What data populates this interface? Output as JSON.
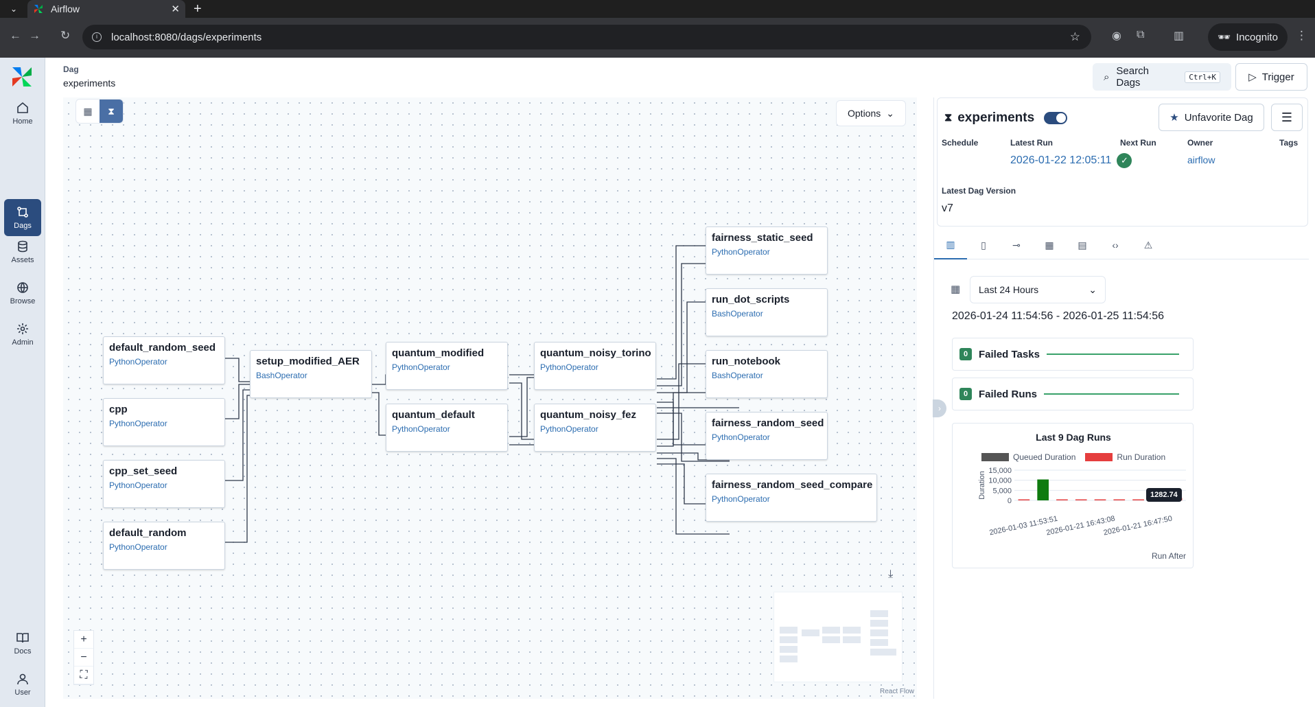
{
  "browser": {
    "tab_title": "Airflow",
    "url": "localhost:8080/dags/experiments",
    "incognito_label": "Incognito"
  },
  "sidebar": {
    "items": [
      {
        "label": "Home",
        "icon": "home-icon"
      },
      {
        "label": "Dags",
        "icon": "dags-icon"
      },
      {
        "label": "Assets",
        "icon": "database-icon"
      },
      {
        "label": "Browse",
        "icon": "globe-icon"
      },
      {
        "label": "Admin",
        "icon": "gear-icon"
      },
      {
        "label": "Docs",
        "icon": "book-icon"
      },
      {
        "label": "User",
        "icon": "user-icon"
      }
    ]
  },
  "header": {
    "label": "Dag",
    "title": "experiments",
    "search_label": "Search Dags",
    "search_shortcut": "Ctrl+K",
    "trigger_label": "Trigger"
  },
  "graph": {
    "options_label": "Options",
    "nodes": [
      {
        "name": "default_random_seed",
        "operator": "PythonOperator"
      },
      {
        "name": "cpp",
        "operator": "PythonOperator"
      },
      {
        "name": "cpp_set_seed",
        "operator": "PythonOperator"
      },
      {
        "name": "default_random",
        "operator": "PythonOperator"
      },
      {
        "name": "setup_modified_AER",
        "operator": "BashOperator"
      },
      {
        "name": "quantum_modified",
        "operator": "PythonOperator"
      },
      {
        "name": "quantum_default",
        "operator": "PythonOperator"
      },
      {
        "name": "quantum_noisy_torino",
        "operator": "PythonOperator"
      },
      {
        "name": "quantum_noisy_fez",
        "operator": "PythonOperator"
      },
      {
        "name": "fairness_static_seed",
        "operator": "PythonOperator"
      },
      {
        "name": "run_dot_scripts",
        "operator": "BashOperator"
      },
      {
        "name": "run_notebook",
        "operator": "BashOperator"
      },
      {
        "name": "fairness_random_seed",
        "operator": "PythonOperator"
      },
      {
        "name": "fairness_random_seed_compare",
        "operator": "PythonOperator"
      }
    ],
    "attribution": "React Flow"
  },
  "dag_panel": {
    "name": "experiments",
    "unfavorite_label": "Unfavorite Dag",
    "labels": {
      "schedule": "Schedule",
      "latest_run": "Latest Run",
      "next_run": "Next Run",
      "owner": "Owner",
      "tags": "Tags",
      "latest_version": "Latest Dag Version"
    },
    "latest_run_value": "2026-01-22 12:05:11",
    "owner_value": "airflow",
    "version_value": "v7",
    "range_select": "Last 24 Hours",
    "date_range": "2026-01-24 11:54:56 - 2026-01-25 11:54:56",
    "failed_tasks": {
      "count": "0",
      "label": "Failed Tasks"
    },
    "failed_runs": {
      "count": "0",
      "label": "Failed Runs"
    }
  },
  "chart_data": {
    "type": "bar",
    "title": "Last 9 Dag Runs",
    "xlabel": "Run After",
    "ylabel": "Duration",
    "yticks": [
      "15,000",
      "10,000",
      "5,000",
      "0"
    ],
    "ylim": [
      0,
      15000
    ],
    "x_tick_labels": [
      "2026-01-03 11:53:51",
      "2026-01-21 16:43:08",
      "2026-01-21 16:47:50"
    ],
    "series": [
      {
        "name": "Queued Duration",
        "color": "#555555",
        "values": [
          0,
          0,
          0,
          0,
          0,
          0,
          0,
          0,
          0
        ]
      },
      {
        "name": "Run Duration",
        "color": "#e53e3e",
        "values": [
          150,
          10400,
          150,
          60,
          60,
          60,
          60,
          60,
          1282.74
        ]
      }
    ],
    "highlight_color": "#0f7b0f",
    "tooltip": "1282.74"
  }
}
